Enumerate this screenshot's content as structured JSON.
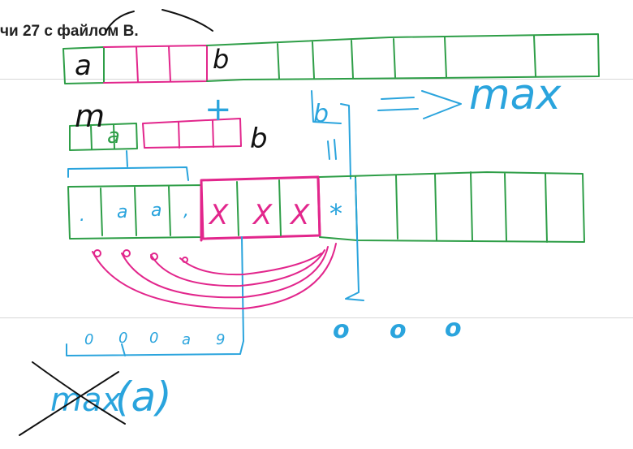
{
  "page": {
    "title": "чи 27 с файлом B."
  },
  "drawing": {
    "colors": {
      "green": "#2e9e47",
      "pink": "#e2268c",
      "blue": "#2aa4dd",
      "black": "#111111"
    },
    "row1": {
      "label_a": "a",
      "label_b": "b"
    },
    "row2": {
      "label_m": "m",
      "label_a": "a",
      "label_plus": "+",
      "label_b": "b",
      "label_b_bracket": "b",
      "label_arrow": "=>",
      "label_max": "max"
    },
    "row3": {
      "cell_marks": [
        ".",
        "a",
        "a",
        ","
      ],
      "x_marks": [
        "X",
        "X",
        "X"
      ],
      "star": "*"
    },
    "bottom": {
      "seq_marks": [
        "0",
        "0",
        "0",
        "a",
        "9"
      ],
      "blue_dots": [
        "o",
        "o",
        "o"
      ],
      "crossed_label": "max",
      "crossed_arg": "(a)"
    }
  }
}
